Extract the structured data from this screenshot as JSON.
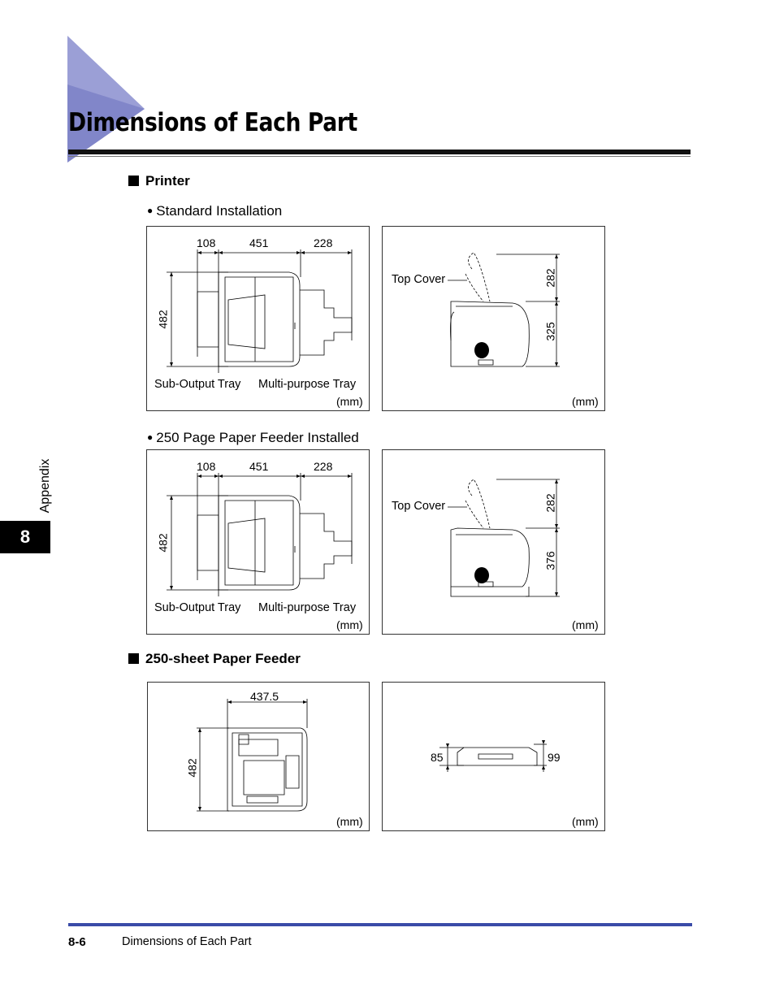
{
  "page": {
    "title": "Dimensions of Each Part",
    "page_number": "8-6",
    "footer_title": "Dimensions of Each Part",
    "chapter_number": "8",
    "chapter_label": "Appendix",
    "accent_color": "#3a4ba8",
    "triangle_color": "#9b9fd6"
  },
  "sections": {
    "printer": {
      "heading": "Printer",
      "standard": {
        "heading": "Standard Installation",
        "top_view": {
          "dim_left": "108",
          "dim_mid": "451",
          "dim_right": "228",
          "dim_depth": "482",
          "label_sub_output": "Sub-Output Tray",
          "label_multi_purpose": "Multi-purpose Tray",
          "unit": "(mm)"
        },
        "side_view": {
          "label_top_cover": "Top Cover",
          "dim_top": "282",
          "dim_height": "325",
          "unit": "(mm)"
        }
      },
      "feeder_installed": {
        "heading": "250 Page Paper Feeder Installed",
        "top_view": {
          "dim_left": "108",
          "dim_mid": "451",
          "dim_right": "228",
          "dim_depth": "482",
          "label_sub_output": "Sub-Output Tray",
          "label_multi_purpose": "Multi-purpose Tray",
          "unit": "(mm)"
        },
        "side_view": {
          "label_top_cover": "Top Cover",
          "dim_top": "282",
          "dim_height": "376",
          "unit": "(mm)"
        }
      }
    },
    "feeder": {
      "heading": "250-sheet Paper Feeder",
      "top_view": {
        "dim_width": "437.5",
        "dim_depth": "482",
        "unit": "(mm)"
      },
      "side_view": {
        "dim_left": "85",
        "dim_right": "99",
        "unit": "(mm)"
      }
    }
  }
}
